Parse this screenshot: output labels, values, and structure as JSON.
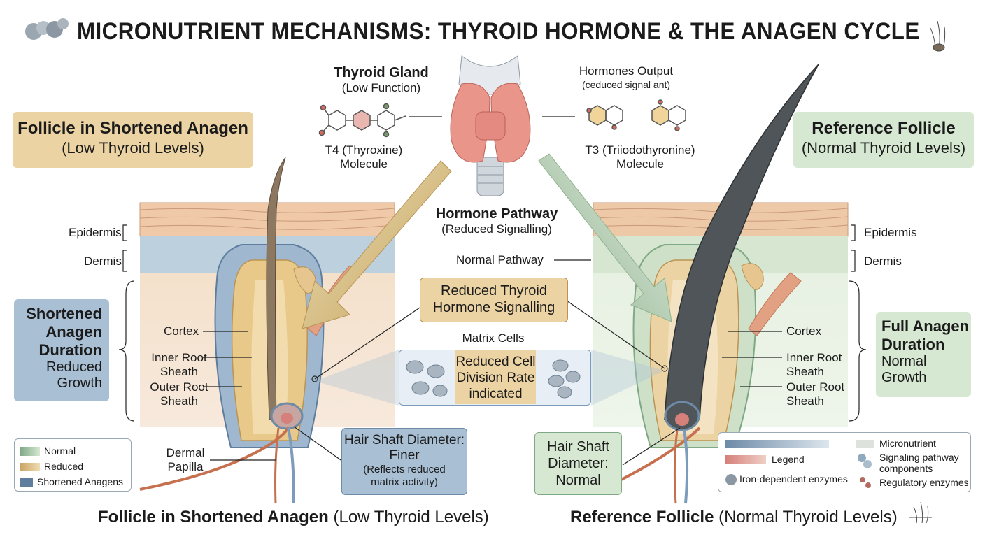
{
  "title": "MICRONUTRIENT MECHANISMS: THYROID HORMONE & THE ANAGEN CYCLE",
  "thyroid": {
    "title": "Thyroid Gland",
    "subtitle": "(Low Function)"
  },
  "hormones_output": {
    "title": "Hormones Output",
    "subtitle": "(ceduced signal ant)"
  },
  "t4": {
    "name": "T4 (Thyroxine)",
    "word": "Molecule"
  },
  "t3": {
    "name": "T3 (Triiodothyronine)",
    "word": "Molecule"
  },
  "left_header": {
    "title": "Follicle in Shortened Anagen",
    "subtitle": "(Low Thyroid Levels)"
  },
  "right_header": {
    "title": "Reference Follicle",
    "subtitle": "(Normal Thyroid Levels)"
  },
  "pathway": {
    "title": "Hormone Pathway",
    "subtitle": "(Reduced Signalling)",
    "normal": "Normal Pathway"
  },
  "reduced_signal": {
    "line1": "Reduced Thyroid",
    "line2": "Hormone Signalling"
  },
  "matrix": {
    "title": "Matrix Cells",
    "line1": "Reduced Cell",
    "line2": "Division Rate",
    "line3": "indicated"
  },
  "layers_left": {
    "epidermis": "Epidermis",
    "dermis": "Dermis",
    "cortex": "Cortex",
    "irs1": "Inner Root",
    "irs2": "Sheath",
    "ors1": "Outer Root",
    "ors2": "Sheath",
    "dp1": "Dermal",
    "dp2": "Papilla"
  },
  "layers_right": {
    "epidermis": "Epidermis",
    "dermis": "Dermis",
    "cortex": "Cortex",
    "irs1": "Inner Root",
    "irs2": "Sheath",
    "ors1": "Outer Root",
    "ors2": "Sheath"
  },
  "short_anagen": {
    "l1": "Shortened",
    "l2": "Anagen",
    "l3": "Duration",
    "l4": "Reduced",
    "l5": "Growth"
  },
  "full_anagen": {
    "l1": "Full Anagen",
    "l2": "Duration",
    "l3": "Normal",
    "l4": "Growth"
  },
  "shaft_finer": {
    "l1": "Hair Shaft Diameter:",
    "l2": "Finer",
    "l3": "(Reflects reduced",
    "l4": "matrix activity)"
  },
  "shaft_normal": {
    "l1": "Hair Shaft",
    "l2": "Diameter:",
    "l3": "Normal"
  },
  "legend_left": [
    "Normal",
    "Reduced",
    "Shortened Anagens"
  ],
  "legend_right": {
    "legend": "Legend",
    "iron": "Iron-dependent enzymes",
    "micro": "Micronutrient",
    "sig1": "Signaling pathway",
    "sig2": "components",
    "reg": "Regulatory enzymes"
  },
  "bottom_left": {
    "bold": "Follicle in Shortened Anagen",
    "normal": " (Low Thyroid Levels)"
  },
  "bottom_right": {
    "bold": "Reference Follicle",
    "normal": " (Normal Thyroid Levels)"
  },
  "colors": {
    "tan": "#ecd3a3",
    "green": "#d6e8d2",
    "blue": "#a8bfd4",
    "normal": "#7fa886",
    "reduced": "#c9a464",
    "shortened": "#5f7d9c"
  }
}
